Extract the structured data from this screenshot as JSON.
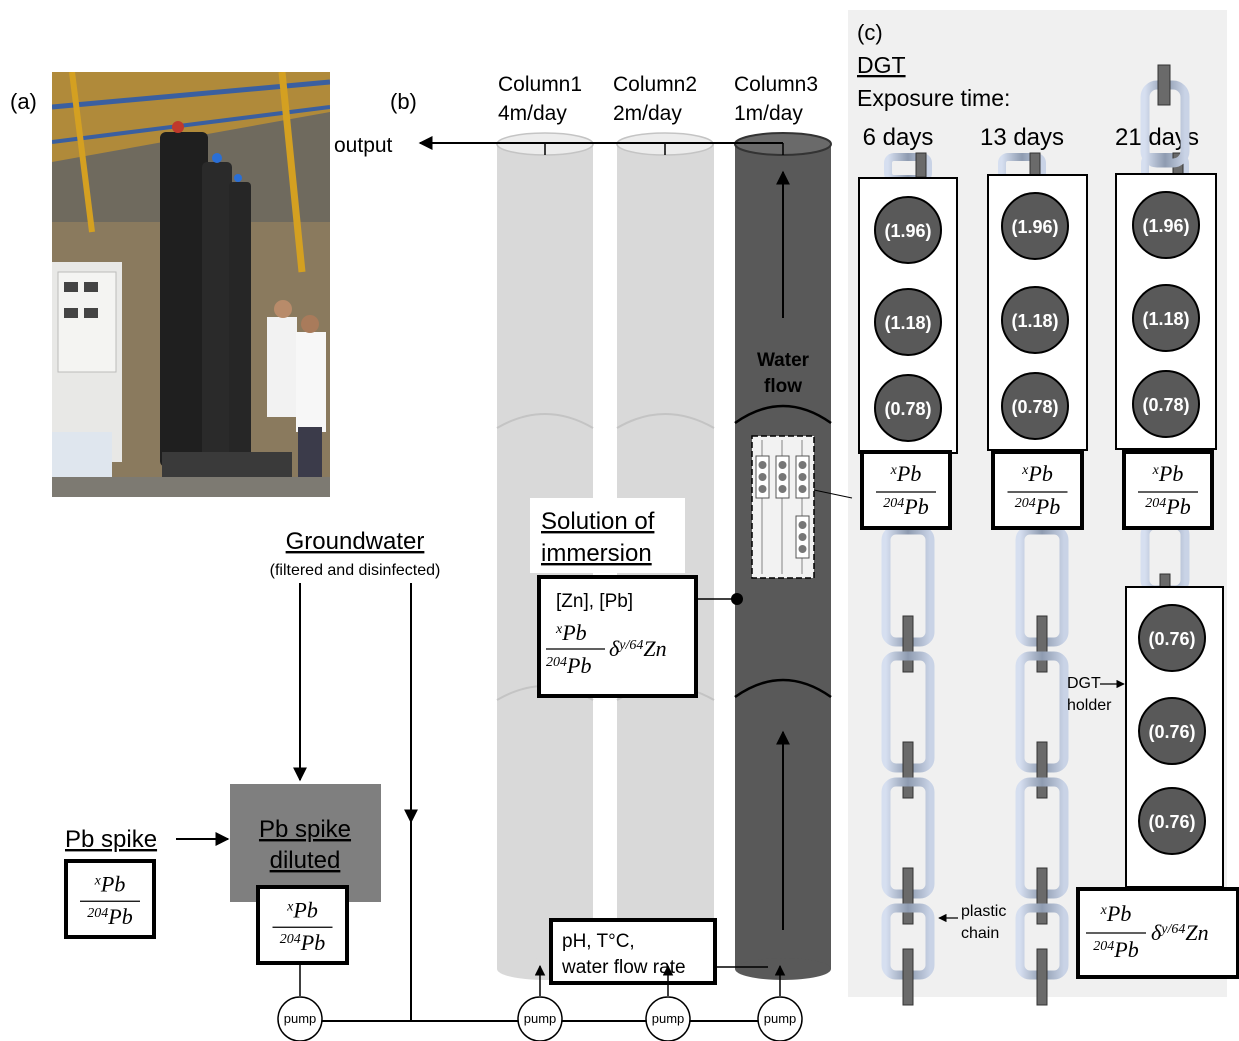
{
  "panel_labels": {
    "a": "(a)",
    "b": "(b)",
    "c": "(c)"
  },
  "columns": [
    {
      "name": "Column1",
      "rate": "4m/day"
    },
    {
      "name": "Column2",
      "rate": "2m/day"
    },
    {
      "name": "Column3",
      "rate": "1m/day"
    }
  ],
  "output_label": "output",
  "water_flow": {
    "line1": "Water",
    "line2": "flow"
  },
  "groundwater": {
    "title": "Groundwater",
    "subtitle": "(filtered and disinfected)"
  },
  "pb_spike": "Pb spike",
  "pb_spike_diluted": {
    "line1": "Pb spike",
    "line2": "diluted"
  },
  "ratio": {
    "numerator_base": "Pb",
    "numerator_sup": "x",
    "denominator_base": "Pb",
    "denominator_sup": "204"
  },
  "delta_zn": {
    "delta": "δ",
    "sup": "y/64",
    "base": "Zn"
  },
  "solution": {
    "line1": "Solution of",
    "line2": "immersion",
    "concentrations": "[Zn], [Pb]"
  },
  "measurement_box": {
    "line1": "pH, T°C,",
    "line2": "water flow rate"
  },
  "pump_label": "pump",
  "dgt": {
    "title": "DGT",
    "exposure_label": "Exposure time:",
    "exposures": [
      {
        "label": "6 days",
        "discs": [
          "(1.96)",
          "(1.18)",
          "(0.78)"
        ]
      },
      {
        "label": "13 days",
        "discs": [
          "(1.96)",
          "(1.18)",
          "(0.78)"
        ]
      },
      {
        "label": "21 days",
        "discs": [
          "(1.96)",
          "(1.18)",
          "(0.78)"
        ]
      }
    ],
    "extra_holder_discs": [
      "(0.76)",
      "(0.76)",
      "(0.76)"
    ],
    "holder_label": {
      "line1": "DGT",
      "line2": "holder"
    },
    "chain_label": {
      "line1": "plastic",
      "line2": "chain"
    }
  },
  "colors": {
    "dark_column": "#595959",
    "light_column": "#d9d9d9",
    "panel_bg": "#f0f0f0",
    "disc": "#595959",
    "spike_box": "#7f7f7f"
  }
}
